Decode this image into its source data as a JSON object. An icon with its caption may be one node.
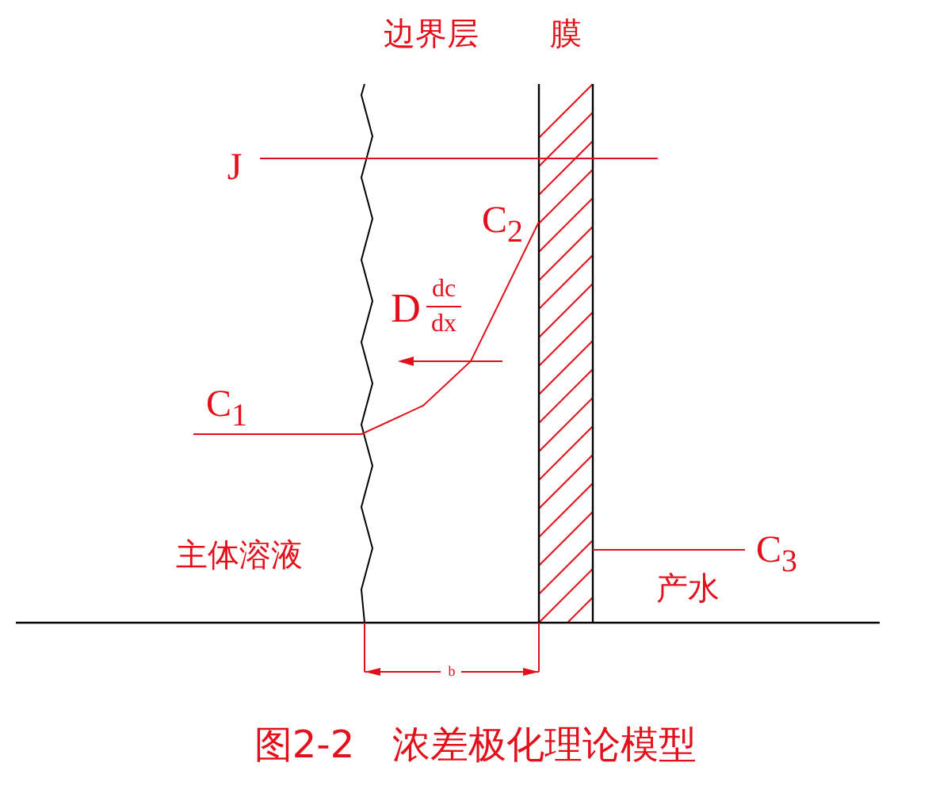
{
  "diagram": {
    "caption": "图2-2　浓差极化理论模型",
    "labels": [
      "边界层",
      "膜",
      "J",
      "C$_{2}$",
      "D",
      "dc",
      "dx",
      "C$_{1}$",
      "主体溶液",
      "C$_{3}$",
      "产水",
      "b"
    ]
  }
}
